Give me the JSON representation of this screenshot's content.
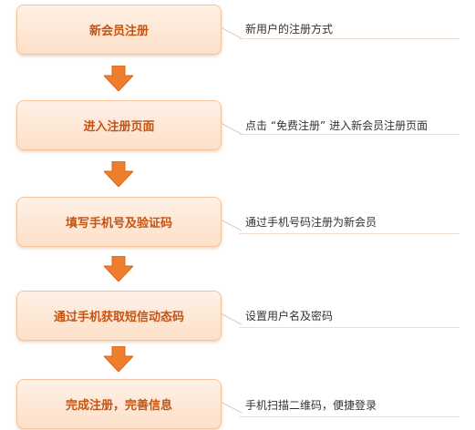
{
  "steps": [
    {
      "label": "新会员注册",
      "description": "新用户的注册方式"
    },
    {
      "label": "进入注册页面",
      "description": "点击 “免费注册” 进入新会员注册页面"
    },
    {
      "label": "填写手机号及验证码",
      "description": "通过手机号码注册为新会员"
    },
    {
      "label": "通过手机获取短信动态码",
      "description": "设置用户名及密码"
    },
    {
      "label": "完成注册，完善信息",
      "description": "手机扫描二维码，便捷登录"
    }
  ],
  "colors": {
    "box_fill_top": "#fff1e6",
    "box_fill_bottom": "#fde0c9",
    "box_border": "#f5c39b",
    "label_text": "#c55312",
    "arrow_fill": "#ee7d2d"
  }
}
